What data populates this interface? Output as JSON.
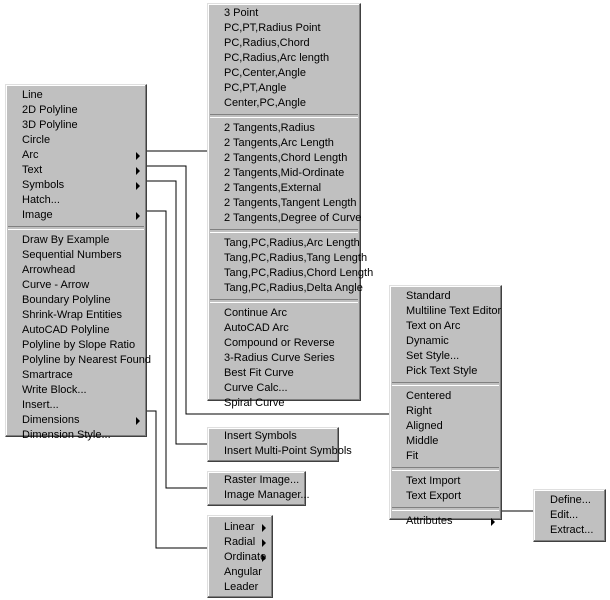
{
  "main_menu": {
    "groups": [
      [
        "Line",
        "2D Polyline",
        "3D Polyline",
        "Circle",
        "Arc",
        "Text",
        "Symbols",
        "Hatch...",
        "Image"
      ],
      [
        "Draw By Example",
        "Sequential Numbers",
        "Arrowhead",
        "Curve - Arrow",
        "Boundary Polyline",
        "Shrink-Wrap Entities",
        "AutoCAD Polyline",
        "Polyline by Slope Ratio",
        "Polyline by Nearest Found",
        "Smartrace",
        "Write Block...",
        "Insert...",
        "Dimensions",
        "Dimension Style..."
      ]
    ],
    "submenu_items": [
      "Arc",
      "Text",
      "Symbols",
      "Image",
      "Dimensions"
    ]
  },
  "arc_menu": {
    "groups": [
      [
        "3 Point",
        "PC,PT,Radius Point",
        "PC,Radius,Chord",
        "PC,Radius,Arc length",
        "PC,Center,Angle",
        "PC,PT,Angle",
        "Center,PC,Angle"
      ],
      [
        "2 Tangents,Radius",
        "2 Tangents,Arc Length",
        "2 Tangents,Chord Length",
        "2 Tangents,Mid-Ordinate",
        "2 Tangents,External",
        "2 Tangents,Tangent Length",
        "2 Tangents,Degree of Curve"
      ],
      [
        "Tang,PC,Radius,Arc Length",
        "Tang,PC,Radius,Tang Length",
        "Tang,PC,Radius,Chord Length",
        "Tang,PC,Radius,Delta Angle"
      ],
      [
        "Continue Arc",
        "AutoCAD Arc",
        "Compound or Reverse",
        "3-Radius Curve Series",
        "Best Fit Curve",
        "Curve Calc...",
        "Spiral Curve"
      ]
    ]
  },
  "text_menu": {
    "groups": [
      [
        "Standard",
        "Multiline Text Editor",
        "Text on Arc",
        "Dynamic",
        "Set Style...",
        "Pick Text Style"
      ],
      [
        "Centered",
        "Right",
        "Aligned",
        "Middle",
        "Fit"
      ],
      [
        "Text Import",
        "Text Export"
      ],
      [
        "Attributes"
      ]
    ],
    "submenu_items": [
      "Attributes"
    ]
  },
  "attributes_menu": {
    "groups": [
      [
        "Define...",
        "Edit...",
        "Extract..."
      ]
    ]
  },
  "symbols_menu": {
    "groups": [
      [
        "Insert Symbols",
        "Insert Multi-Point Symbols"
      ]
    ]
  },
  "image_menu": {
    "groups": [
      [
        "Raster Image...",
        "Image Manager..."
      ]
    ]
  },
  "dimensions_menu": {
    "groups": [
      [
        "Linear",
        "Radial",
        "Ordinate",
        "Angular",
        "Leader"
      ]
    ],
    "submenu_items": [
      "Linear",
      "Radial",
      "Ordinate"
    ]
  }
}
